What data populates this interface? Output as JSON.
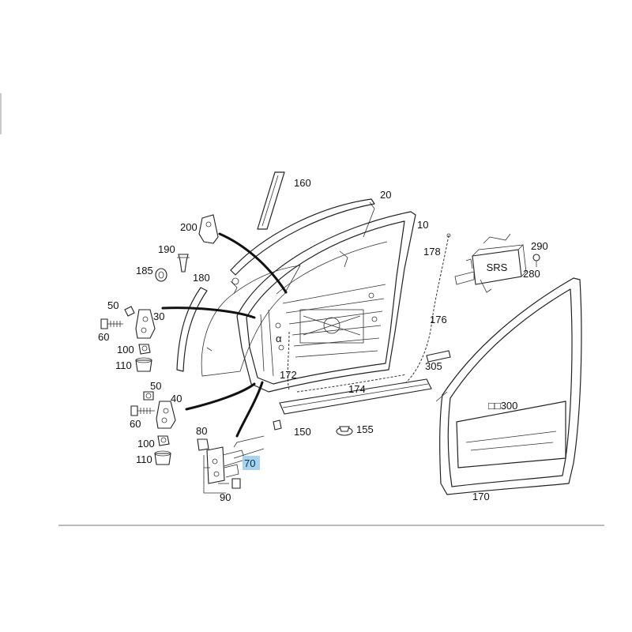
{
  "diagram": {
    "callouts": {
      "p10": "10",
      "p20": "20",
      "p30": "30",
      "p40": "40",
      "p50a": "50",
      "p50b": "50",
      "p60a": "60",
      "p60b": "60",
      "p70": "70",
      "p80": "80",
      "p90": "90",
      "p100a": "100",
      "p100b": "100",
      "p110a": "110",
      "p110b": "110",
      "p150": "150",
      "p155": "155",
      "p160": "160",
      "p170": "170",
      "p172": "172",
      "p174": "174",
      "p176": "176",
      "p178": "178",
      "p180": "180",
      "p185": "185",
      "p190": "190",
      "p200": "200",
      "p280": "280",
      "p290": "290",
      "p305": "305"
    },
    "inline_labels": {
      "srs": "SRS",
      "seal_panel": "□□300",
      "alpha": "α"
    },
    "highlighted_callout": "70",
    "highlight_color": "#a7d3ee"
  }
}
